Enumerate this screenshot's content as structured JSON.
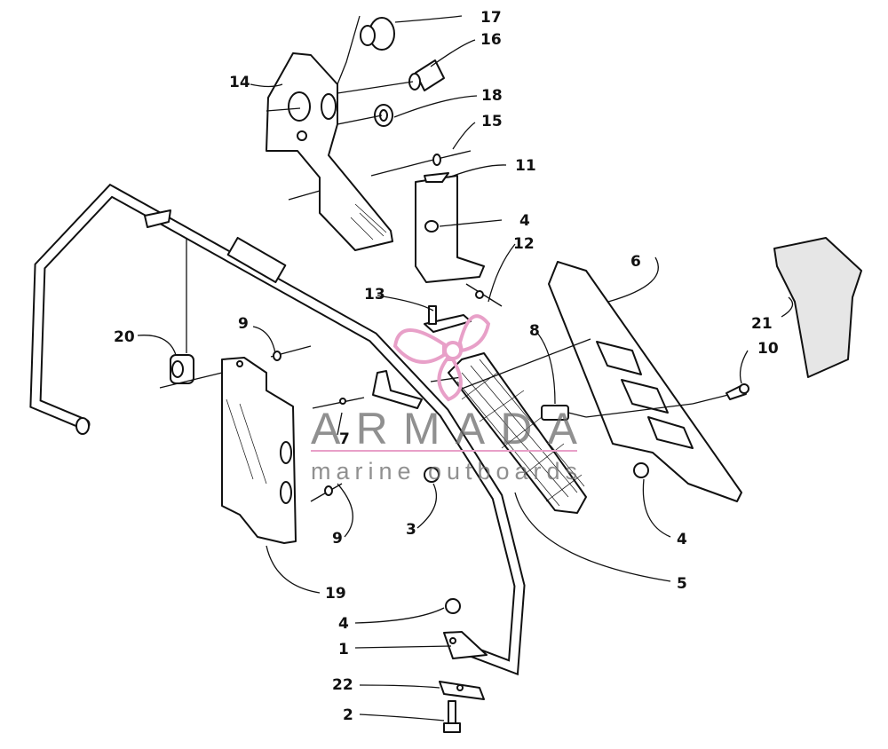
{
  "callouts": [
    {
      "id": "17",
      "label": "17"
    },
    {
      "id": "16",
      "label": "16"
    },
    {
      "id": "14",
      "label": "14"
    },
    {
      "id": "18",
      "label": "18"
    },
    {
      "id": "15",
      "label": "15"
    },
    {
      "id": "11",
      "label": "11"
    },
    {
      "id": "4a",
      "label": "4"
    },
    {
      "id": "12",
      "label": "12"
    },
    {
      "id": "6",
      "label": "6"
    },
    {
      "id": "13",
      "label": "13"
    },
    {
      "id": "21",
      "label": "21"
    },
    {
      "id": "20",
      "label": "20"
    },
    {
      "id": "9a",
      "label": "9"
    },
    {
      "id": "8",
      "label": "8"
    },
    {
      "id": "10",
      "label": "10"
    },
    {
      "id": "7",
      "label": "7"
    },
    {
      "id": "4b",
      "label": "4"
    },
    {
      "id": "9b",
      "label": "9"
    },
    {
      "id": "3",
      "label": "3"
    },
    {
      "id": "5",
      "label": "5"
    },
    {
      "id": "19",
      "label": "19"
    },
    {
      "id": "4c",
      "label": "4"
    },
    {
      "id": "1",
      "label": "1"
    },
    {
      "id": "22",
      "label": "22"
    },
    {
      "id": "2",
      "label": "2"
    }
  ],
  "watermark": {
    "brand": "ARMADA",
    "tagline": "marine outboards",
    "color": "#e8a0c8"
  }
}
